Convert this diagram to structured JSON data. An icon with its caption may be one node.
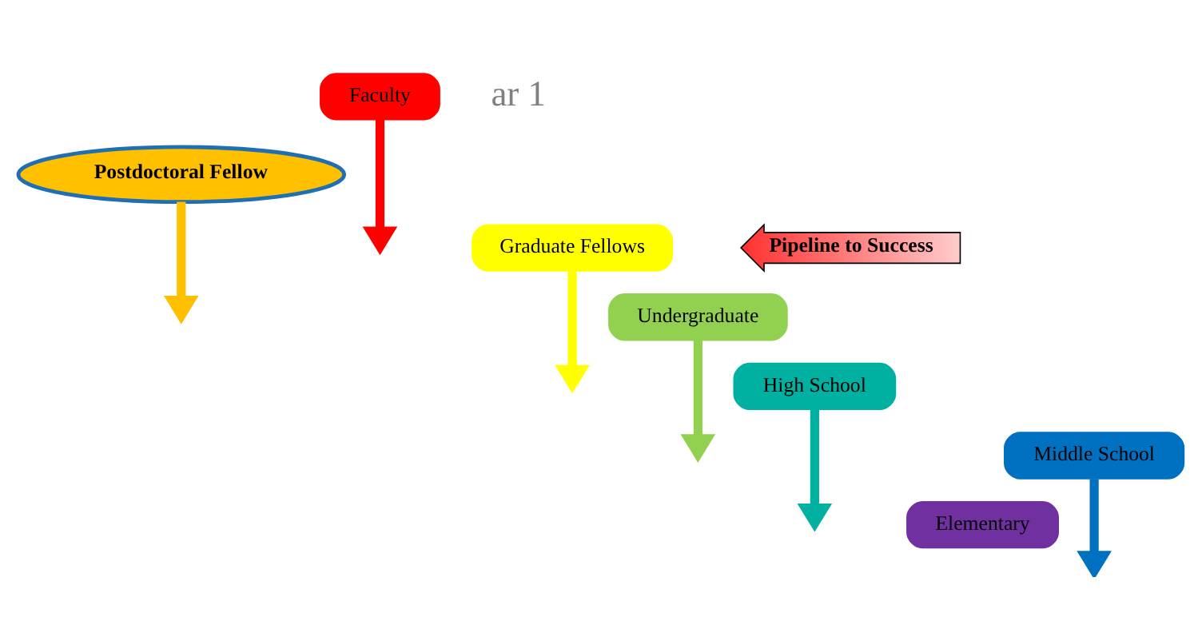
{
  "diagram": {
    "nodes": [
      {
        "text": [
          "Faculty"
        ]
      },
      {
        "text": [
          "Postdoctoral Fellow"
        ]
      },
      {
        "text": [
          "Graduate Fellows"
        ]
      },
      {
        "text": [
          "Undergraduate"
        ]
      },
      {
        "text": [
          "High School"
        ]
      },
      {
        "text": [
          "Middle School"
        ]
      },
      {
        "text": [
          "Elementary"
        ]
      },
      {
        "text": [
          "Pipeline to Success"
        ]
      }
    ],
    "edges": [
      {
        "from": 0,
        "to": null,
        "arrow": "to",
        "color": "#ff0000"
      },
      {
        "from": 1,
        "to": null,
        "arrow": "to",
        "color": "#ffc000"
      },
      {
        "from": 2,
        "to": null,
        "arrow": "to",
        "color": "#ffff00"
      },
      {
        "from": 3,
        "to": null,
        "arrow": "to",
        "color": "#92d050"
      },
      {
        "from": 4,
        "to": null,
        "arrow": "to",
        "color": "#00b0a0"
      },
      {
        "from": 5,
        "to": null,
        "arrow": "to",
        "color": "#0070c0"
      }
    ],
    "labels": [
      "ar 1"
    ]
  }
}
